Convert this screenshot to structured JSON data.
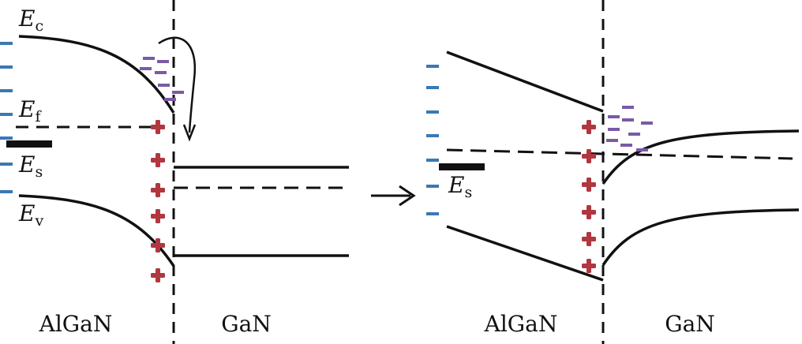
{
  "colors": {
    "band_line": "#111111",
    "negative_charge": "#3a78b5",
    "positive_charge": "#b0373f",
    "electron": "#7a5aa6"
  },
  "left_panel": {
    "conduction_label": {
      "main": "E",
      "sub": "c"
    },
    "fermi_label": {
      "main": "E",
      "sub": "f"
    },
    "surface_label": {
      "main": "E",
      "sub": "s"
    },
    "valence_label": {
      "main": "E",
      "sub": "v"
    },
    "region_algan": "AlGaN",
    "region_gan": "GaN"
  },
  "right_panel": {
    "surface_label": {
      "main": "E",
      "sub": "s"
    },
    "region_algan": "AlGaN",
    "region_gan": "GaN"
  },
  "icons": {
    "transition_arrow": "right-arrow-icon",
    "transfer_arrow": "curved-arrow-icon",
    "positive_charge": "plus-icon",
    "negative_charge": "minus-icon"
  }
}
